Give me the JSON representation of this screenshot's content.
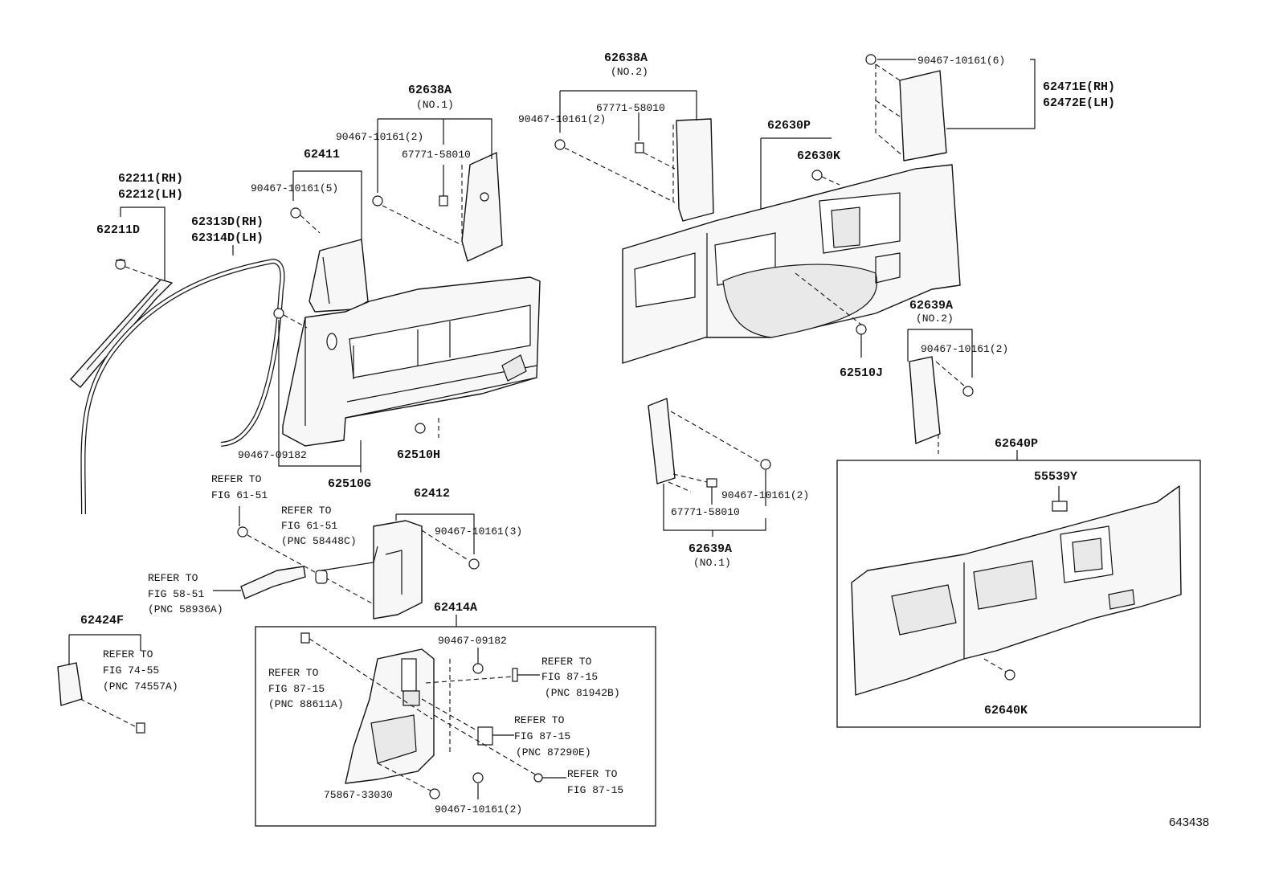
{
  "diagram_id": "643438",
  "labels": {
    "p62211": "62211(RH)",
    "p62212": "62212(LH)",
    "p62211D": "62211D",
    "p62313D": "62313D(RH)",
    "p62314D": "62314D(LH)",
    "p62411": "62411",
    "clip_5": "90467-10161(5)",
    "p62638A_no1": "62638A",
    "no1": "(NO.1)",
    "clip_2a": "90467-10161(2)",
    "bracket_a": "67771-58010",
    "clip_09182a": "90467-09182",
    "p62510G": "62510G",
    "p62510H": "62510H",
    "p62638A_no2": "62638A",
    "no2": "(NO.2)",
    "clip_2b": "90467-10161(2)",
    "bracket_b": "67771-58010",
    "clip_6": "90467-10161(6)",
    "p62471E": "62471E(RH)",
    "p62472E": "62472E(LH)",
    "p62630P": "62630P",
    "p62630K": "62630K",
    "p62510J": "62510J",
    "p62639A_no2": "62639A",
    "no2b": "(NO.2)",
    "clip_2c": "90467-10161(2)",
    "clip_2d": "90467-10161(2)",
    "bracket_c": "67771-58010",
    "p62639A_no1": "62639A",
    "no1b": "(NO.1)",
    "p62640P": "62640P",
    "p55539Y": "55539Y",
    "p62640K": "62640K",
    "refer_to": "REFER TO",
    "fig_61_51": "FIG 61-51",
    "fig_61_51b": "FIG 61-51",
    "pnc_58448C": "(PNC 58448C)",
    "p62412": "62412",
    "clip_3": "90467-10161(3)",
    "fig_58_51": "FIG 58-51",
    "pnc_58936A": "(PNC 58936A)",
    "p62414A": "62414A",
    "p62424F": "62424F",
    "fig_74_55": "FIG 74-55",
    "pnc_74557A": "(PNC 74557A)",
    "clip_09182b": "90467-09182",
    "fig_87_15a": "FIG 87-15",
    "pnc_81942B": "(PNC 81942B)",
    "fig_87_15b": "FIG 87-15",
    "pnc_88611A": "(PNC 88611A)",
    "fig_87_15c": "FIG 87-15",
    "pnc_87290E": "(PNC 87290E)",
    "fig_87_15d": "FIG 87-15",
    "p75867": "75867-33030",
    "clip_2e": "90467-10161(2)"
  }
}
